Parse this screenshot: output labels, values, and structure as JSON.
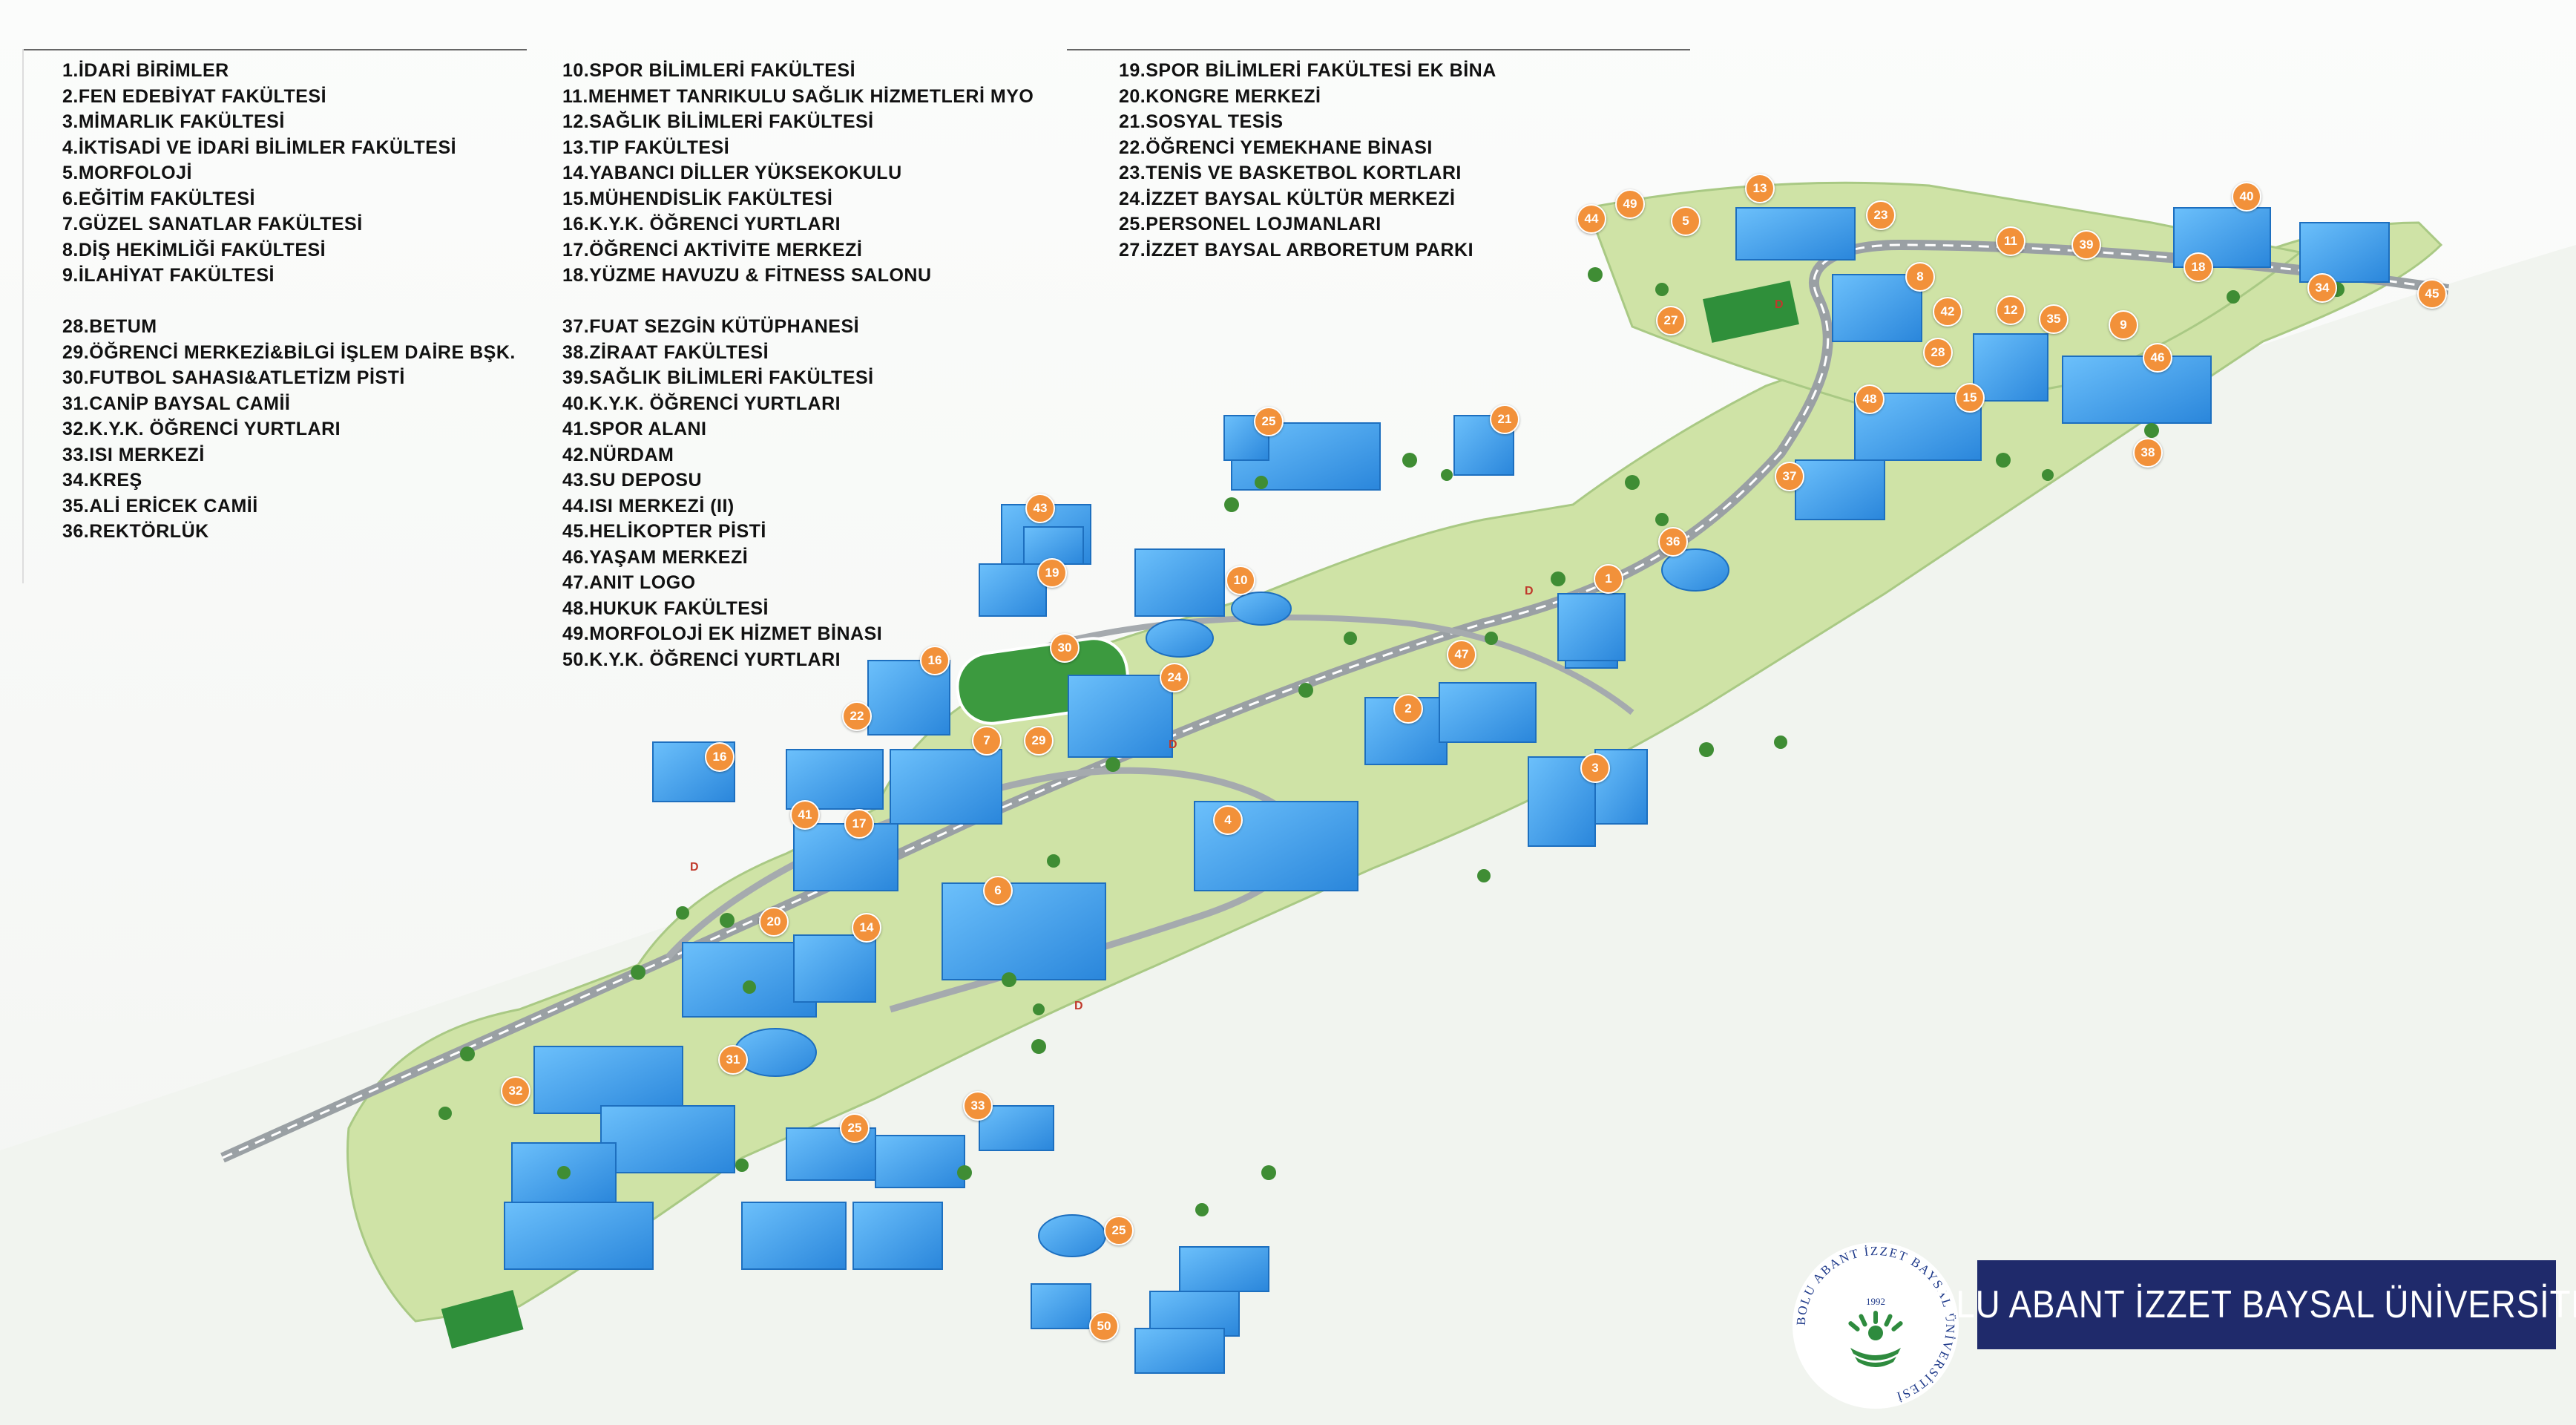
{
  "legend": {
    "column_a": [
      "1.İDARİ BİRİMLER",
      "2.FEN EDEBİYAT FAKÜLTESİ",
      "3.MİMARLIK FAKÜLTESİ",
      "4.İKTİSADİ VE İDARİ BİLİMLER FAKÜLTESİ",
      "5.MORFOLOJİ",
      "6.EĞİTİM FAKÜLTESİ",
      "7.GÜZEL SANATLAR FAKÜLTESİ",
      "8.DİŞ HEKİMLİĞİ FAKÜLTESİ",
      "9.İLAHİYAT FAKÜLTESİ"
    ],
    "column_a2": [
      "28.BETUM",
      "29.ÖĞRENCİ MERKEZİ&BİLGİ İŞLEM DAİRE BŞK.",
      "30.FUTBOL SAHASI&ATLETİZM PİSTİ",
      "31.CANİP BAYSAL CAMİİ",
      "32.K.Y.K. ÖĞRENCİ YURTLARI",
      "33.ISI MERKEZİ",
      "34.KREŞ",
      "35.ALİ ERİCEK CAMİİ",
      "36.REKTÖRLÜK"
    ],
    "column_b": [
      "10.SPOR BİLİMLERİ FAKÜLTESİ",
      "11.MEHMET TANRIKULU SAĞLIK HİZMETLERİ MYO",
      "12.SAĞLIK BİLİMLERİ FAKÜLTESİ",
      "13.TIP FAKÜLTESİ",
      "14.YABANCI DİLLER YÜKSEKOKULU",
      "15.MÜHENDİSLİK FAKÜLTESİ",
      "16.K.Y.K. ÖĞRENCİ YURTLARI",
      "17.ÖĞRENCİ AKTİVİTE MERKEZİ",
      "18.YÜZME HAVUZU & FİTNESS SALONU"
    ],
    "column_b2": [
      "37.FUAT SEZGİN KÜTÜPHANESİ",
      "38.ZİRAAT  FAKÜLTESİ",
      "39.SAĞLIK BİLİMLERİ FAKÜLTESİ",
      "40.K.Y.K. ÖĞRENCİ YURTLARI",
      "41.SPOR ALANI",
      "42.NÜRDAM",
      "43.SU DEPOSU",
      "44.ISI MERKEZİ (II)",
      "45.HELİKOPTER PİSTİ",
      "46.YAŞAM MERKEZİ",
      "47.ANIT LOGO",
      "48.HUKUK FAKÜLTESİ",
      "49.MORFOLOJİ EK HİZMET BİNASI",
      "50.K.Y.K. ÖĞRENCİ YURTLARI"
    ],
    "column_c": [
      "19.SPOR BİLİMLERİ FAKÜLTESİ EK BİNA",
      "20.KONGRE MERKEZİ",
      "21.SOSYAL TESİS",
      "22.ÖĞRENCİ YEMEKHANE BİNASI",
      "23.TENİS VE BASKETBOL KORTLARI",
      "24.İZZET BAYSAL KÜLTÜR MERKEZİ",
      "25.PERSONEL LOJMANLARI",
      "27.İZZET BAYSAL ARBORETUM PARKI"
    ]
  },
  "markers": [
    {
      "label": "1"
    },
    {
      "label": "2"
    },
    {
      "label": "3"
    },
    {
      "label": "4"
    },
    {
      "label": "5"
    },
    {
      "label": "6"
    },
    {
      "label": "7"
    },
    {
      "label": "8"
    },
    {
      "label": "9"
    },
    {
      "label": "10"
    },
    {
      "label": "11"
    },
    {
      "label": "12"
    },
    {
      "label": "13"
    },
    {
      "label": "14"
    },
    {
      "label": "15"
    },
    {
      "label": "16"
    },
    {
      "label": "16"
    },
    {
      "label": "17"
    },
    {
      "label": "18"
    },
    {
      "label": "19"
    },
    {
      "label": "20"
    },
    {
      "label": "21"
    },
    {
      "label": "22"
    },
    {
      "label": "23"
    },
    {
      "label": "24"
    },
    {
      "label": "25"
    },
    {
      "label": "25"
    },
    {
      "label": "25"
    },
    {
      "label": "27"
    },
    {
      "label": "28"
    },
    {
      "label": "29"
    },
    {
      "label": "30"
    },
    {
      "label": "31"
    },
    {
      "label": "32"
    },
    {
      "label": "33"
    },
    {
      "label": "34"
    },
    {
      "label": "35"
    },
    {
      "label": "36"
    },
    {
      "label": "37"
    },
    {
      "label": "38"
    },
    {
      "label": "39"
    },
    {
      "label": "40"
    },
    {
      "label": "41"
    },
    {
      "label": "42"
    },
    {
      "label": "43"
    },
    {
      "label": "44"
    },
    {
      "label": "45"
    },
    {
      "label": "46"
    },
    {
      "label": "47"
    },
    {
      "label": "48"
    },
    {
      "label": "49"
    },
    {
      "label": "50"
    }
  ],
  "d_marks": [
    "D",
    "D",
    "D",
    "D",
    "D"
  ],
  "brand": {
    "name": "BOLU ABANT İZZET BAYSAL ÜNİVERSİTESİ",
    "seal_year": "1992",
    "seal_text": "BOLU ABANT İZZET BAYSAL ÜNİVERSİTESİ"
  },
  "colors": {
    "building": "#3d9be9",
    "grass": "#c9e0a1",
    "marker": "#f2913a",
    "brand_bg": "#1f2a6b",
    "seal": "#1f3a8a",
    "seal_green": "#2e8b3e"
  }
}
